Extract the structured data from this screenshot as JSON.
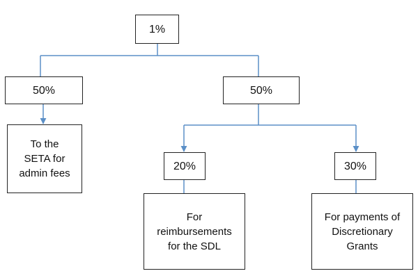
{
  "diagram": {
    "root": {
      "label": "1%"
    },
    "left": {
      "label": "50%",
      "child": {
        "lines": [
          "To the",
          "SETA for",
          "admin fees"
        ]
      }
    },
    "right": {
      "label": "50%",
      "children": [
        {
          "label": "20%",
          "note": {
            "lines": [
              "For",
              "reimbursements",
              "for the SDL"
            ]
          }
        },
        {
          "label": "30%",
          "note": {
            "lines": [
              "For payments of",
              "Discretionary",
              "Grants"
            ]
          }
        }
      ]
    },
    "colors": {
      "connector": "#5b8fc7",
      "border": "#222222",
      "text": "#111111",
      "background": "#ffffff"
    }
  }
}
